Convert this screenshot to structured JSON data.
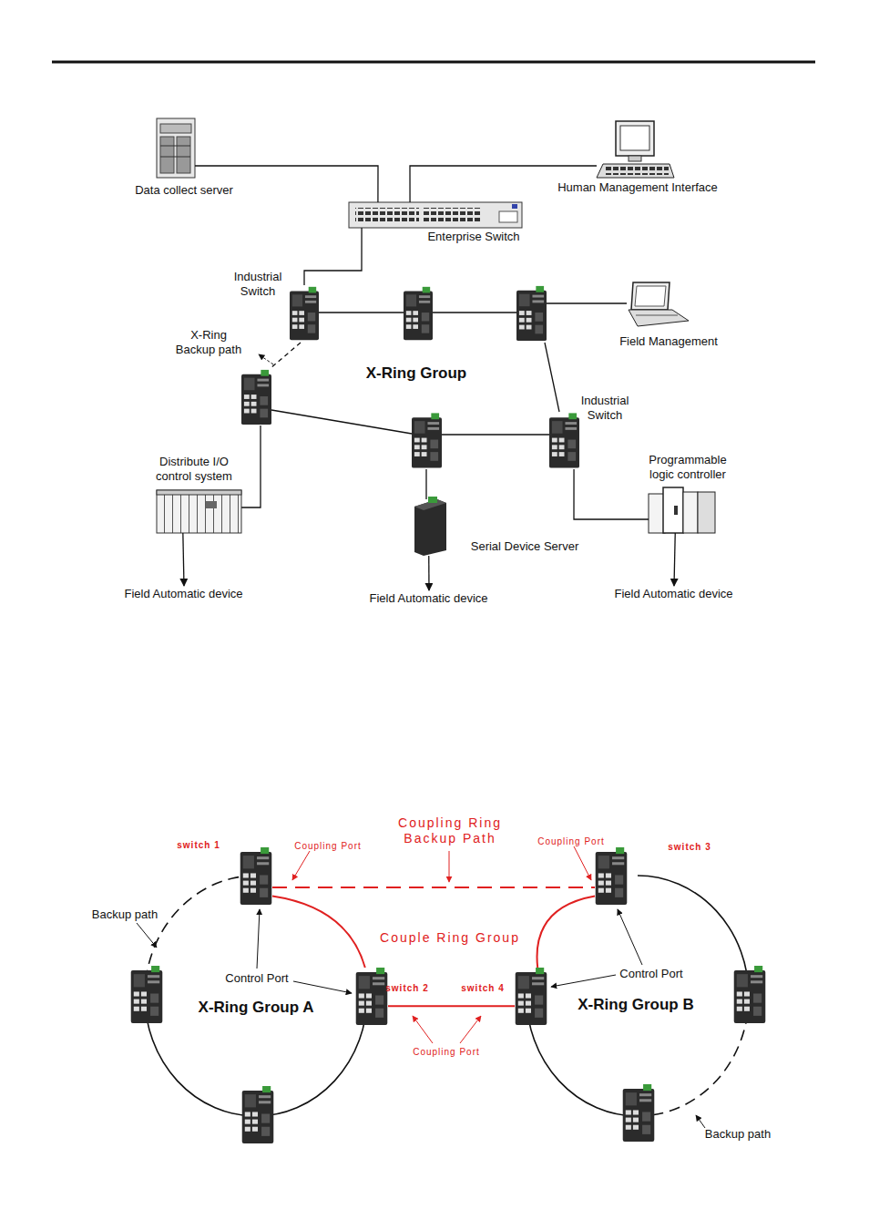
{
  "diagram": {
    "nodes": [
      {
        "text": [
          "Data collect server"
        ]
      },
      {
        "text": [
          "Human Management Interface"
        ]
      },
      {
        "text": [
          "Enterprise Switch"
        ]
      },
      {
        "text": [
          "Industrial Switch"
        ]
      },
      {
        "text": [
          "Field Management"
        ]
      },
      {
        "text": [
          "Industrial Switch"
        ]
      },
      {
        "text": [
          "Distribute I/O control system"
        ]
      },
      {
        "text": [
          "Serial Device Server"
        ]
      },
      {
        "text": [
          "Programmable logic controller"
        ]
      },
      {
        "text": [
          "Field Automatic device"
        ]
      },
      {
        "text": [
          "Field Automatic device"
        ]
      },
      {
        "text": [
          "Field Automatic device"
        ]
      },
      {
        "text": [
          "switch 1"
        ]
      },
      {
        "text": [
          "switch 2"
        ]
      },
      {
        "text": [
          "switch 3"
        ]
      },
      {
        "text": [
          "switch 4"
        ]
      }
    ],
    "edges": [
      {
        "from": 0,
        "to": 2,
        "arrow": "none"
      },
      {
        "from": 1,
        "to": 2,
        "arrow": "none"
      },
      {
        "from": 2,
        "to": 3,
        "arrow": "none"
      },
      {
        "from": 6,
        "to": 9,
        "arrow": "to"
      },
      {
        "from": 7,
        "to": 10,
        "arrow": "to"
      },
      {
        "from": 8,
        "to": 11,
        "arrow": "to"
      },
      {
        "from": 5,
        "to": 8,
        "arrow": "none"
      },
      {
        "from": 12,
        "to": 13,
        "arrow": "none"
      },
      {
        "from": 14,
        "to": 15,
        "arrow": "none"
      },
      {
        "from": 13,
        "to": 15,
        "arrow": "none"
      },
      {
        "from": 12,
        "to": 14,
        "arrow": "none"
      }
    ],
    "labels": [
      "X-Ring Backup path",
      "X-Ring Group",
      "Coupling Ring Backup Path",
      "Coupling Port",
      "Coupling Port",
      "Couple Ring Group",
      "Backup path",
      "Control Port",
      "X-Ring Group A",
      "Coupling Port",
      "Control Port",
      "X-Ring Group B",
      "Backup path"
    ]
  }
}
